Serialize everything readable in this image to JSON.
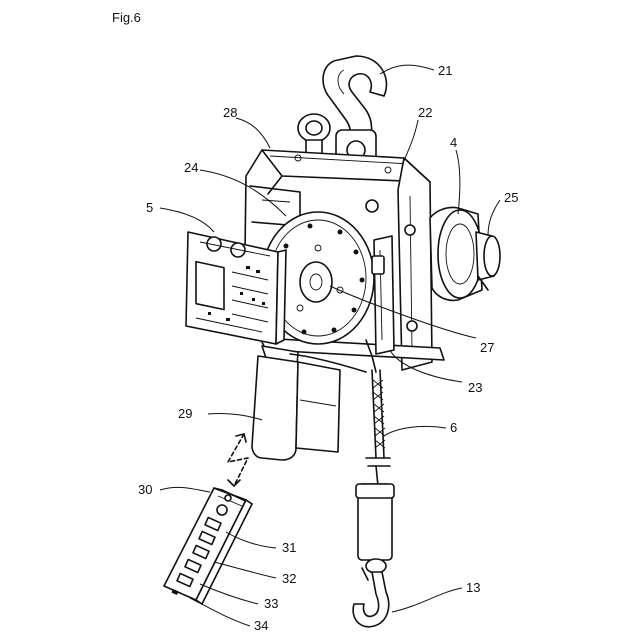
{
  "figure": {
    "title": "Fig.6",
    "labels": {
      "n21": "21",
      "n28": "28",
      "n22": "22",
      "n4": "4",
      "n24": "24",
      "n5": "5",
      "n25": "25",
      "n27": "27",
      "n23": "23",
      "n29": "29",
      "n6": "6",
      "n30": "30",
      "n31": "31",
      "n32": "32",
      "n33": "33",
      "n34": "34",
      "n13": "13"
    }
  }
}
